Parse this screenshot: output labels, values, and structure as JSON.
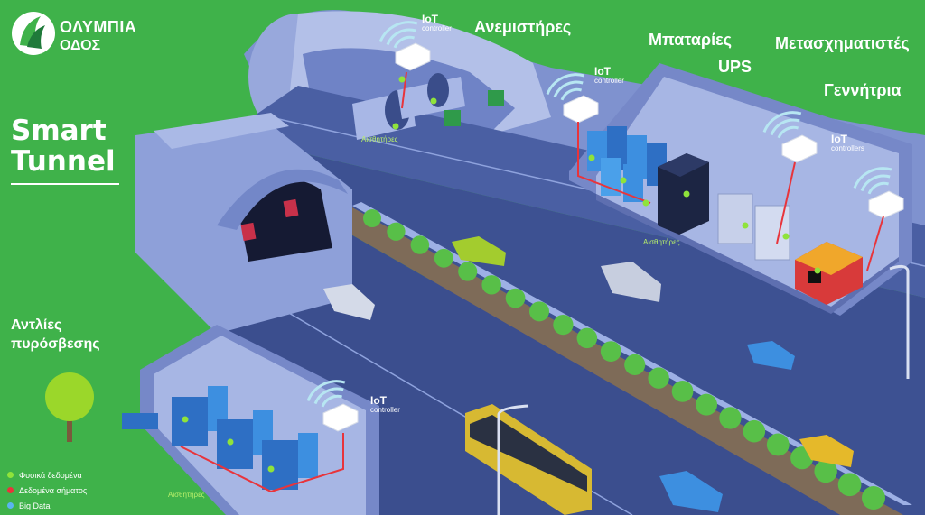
{
  "brand": {
    "line1": "ΟΛΥΜΠΙΑ",
    "line2": "ΟΔΟΣ"
  },
  "title": {
    "line1": "Smart",
    "line2": "Tunnel"
  },
  "labels": {
    "fans": "Ανεμιστήρες",
    "batteries": "Μπαταρίες",
    "ups": "UPS",
    "transformers": "Μετασχηματιστές",
    "generator": "Γεννήτρια",
    "pumps_line1": "Αντλίες",
    "pumps_line2": "πυρόσβεσης"
  },
  "iot": {
    "label": "IoT",
    "controller": "controller",
    "controllers": "controllers"
  },
  "sensors": {
    "label": "Αισθητήρες"
  },
  "legend": [
    {
      "label": "Φυσικά δεδομένα",
      "color": "#8fe33b"
    },
    {
      "label": "Δεδομένα σήματος",
      "color": "#e8343b"
    },
    {
      "label": "Big Data",
      "color": "#5ab4f0"
    }
  ],
  "colors": {
    "background": "#3fb24a",
    "road": "#3b4f8c",
    "tunnel": "#8d9fd6",
    "signal_wire": "#e8343b",
    "physical_dot": "#8fe33b"
  }
}
